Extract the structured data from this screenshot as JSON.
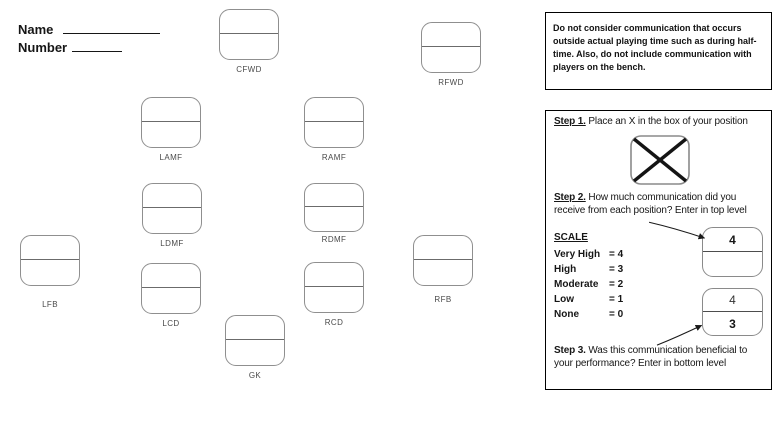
{
  "header": {
    "name_label": "Name",
    "number_label": "Number"
  },
  "field": {
    "positions": [
      {
        "code": "CFWD"
      },
      {
        "code": "RFWD"
      },
      {
        "code": "LAMF"
      },
      {
        "code": "RAMF"
      },
      {
        "code": "LDMF"
      },
      {
        "code": "RDMF"
      },
      {
        "code": "LFB"
      },
      {
        "code": "LCD"
      },
      {
        "code": "RCD"
      },
      {
        "code": "RFB"
      },
      {
        "code": "GK"
      }
    ]
  },
  "note_box": {
    "text": "Do not consider communication that occurs outside actual playing time such as during half-time. Also, do not include communication with players on the bench."
  },
  "instructions": {
    "step1_label": "Step 1.",
    "step1_text": " Place an X in the box of your position",
    "step2_label": "Step 2.",
    "step2_text": " How much communication did you receive from each position? Enter in top level",
    "step3_label": "Step 3.",
    "step3_text": " Was this communication beneficial to your performance? Enter in bottom level",
    "scale_title": "SCALE",
    "scale_entries": [
      {
        "label": "Very High",
        "value": "= 4"
      },
      {
        "label": "High",
        "value": "= 3"
      },
      {
        "label": "Moderate",
        "value": "= 2"
      },
      {
        "label": "Low",
        "value": "= 1"
      },
      {
        "label": "None",
        "value": "= 0"
      }
    ],
    "example_box_top": {
      "top_value": "4",
      "bottom_value": ""
    },
    "example_box_bottom": {
      "top_value": "4",
      "bottom_value": "3"
    }
  },
  "colors": {
    "box_border": "#8f8f8f",
    "box_divider": "#6b6b6b",
    "panel_border": "#000000",
    "arrow": "#1a1a1a",
    "text": "#111111",
    "position_label": "#4a4a4a"
  }
}
